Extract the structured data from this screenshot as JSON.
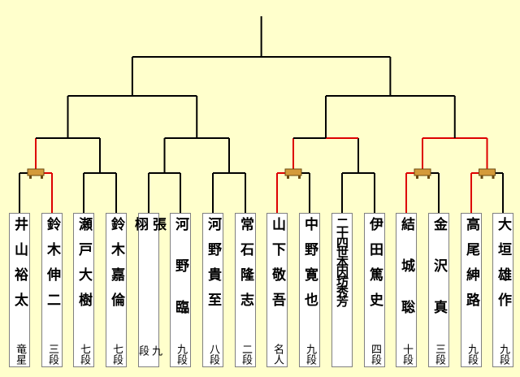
{
  "colors": {
    "background": "#FFFFCC",
    "line": "#000000",
    "winner_line": "#DD0000",
    "board": "#D49A3A"
  },
  "players": [
    {
      "name": "井山裕太",
      "rank": "竜星"
    },
    {
      "name": "鈴木伸二",
      "rank": "三段"
    },
    {
      "name": "瀬戸大樹",
      "rank": "七段"
    },
    {
      "name": "鈴木嘉倫",
      "rank": "七段"
    },
    {
      "name": "張栩",
      "rank": "九段"
    },
    {
      "name": "河野臨",
      "rank": "九段"
    },
    {
      "name": "河野貴至",
      "rank": "八段"
    },
    {
      "name": "常石隆志",
      "rank": "二段"
    },
    {
      "name": "山下敬吾",
      "rank": "名人"
    },
    {
      "name": "中野寛也",
      "rank": "九段"
    },
    {
      "name": "二十四世本因坊秀芳",
      "rank": ""
    },
    {
      "name": "伊田篤史",
      "rank": "四段"
    },
    {
      "name": "結城聡",
      "rank": "十段"
    },
    {
      "name": "金沢真",
      "rank": "三段"
    },
    {
      "name": "高尾紳路",
      "rank": "九段"
    },
    {
      "name": "大垣雄作",
      "rank": "九段"
    }
  ],
  "first_round_winners": [
    1,
    null,
    null,
    null,
    0,
    null,
    0,
    0
  ],
  "board_icons": [
    "go-board-icon",
    "go-board-icon",
    "go-board-icon",
    "go-board-icon"
  ]
}
